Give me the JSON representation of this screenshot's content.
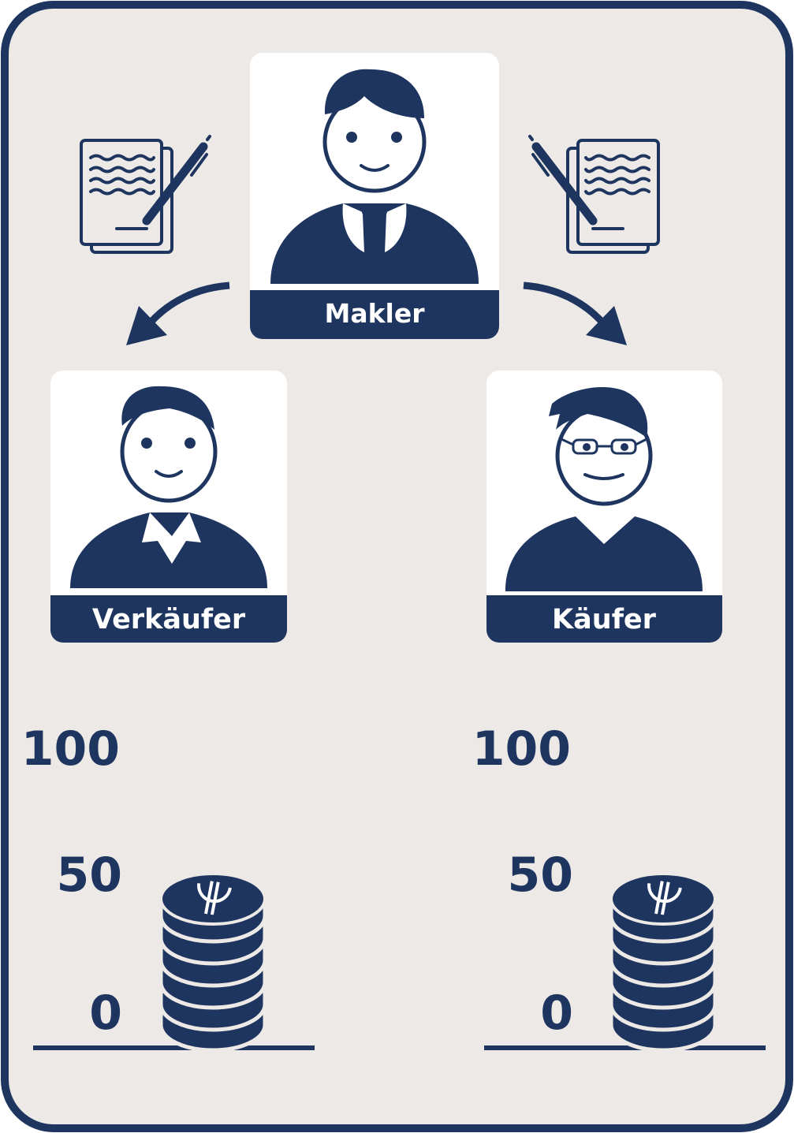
{
  "colors": {
    "navy": "#1e3560",
    "background": "#ede9e6",
    "card": "#ffffff"
  },
  "roles": {
    "broker": {
      "label": "Makler"
    },
    "seller": {
      "label": "Verkäufer"
    },
    "buyer": {
      "label": "Käufer"
    }
  },
  "icons": [
    "contract-icon",
    "pen-icon",
    "arrow-icon",
    "euro-coin-stack-icon"
  ],
  "scales": {
    "seller": {
      "labels": [
        "100",
        "50",
        "0"
      ]
    },
    "buyer": {
      "labels": [
        "100",
        "50",
        "0"
      ]
    }
  }
}
